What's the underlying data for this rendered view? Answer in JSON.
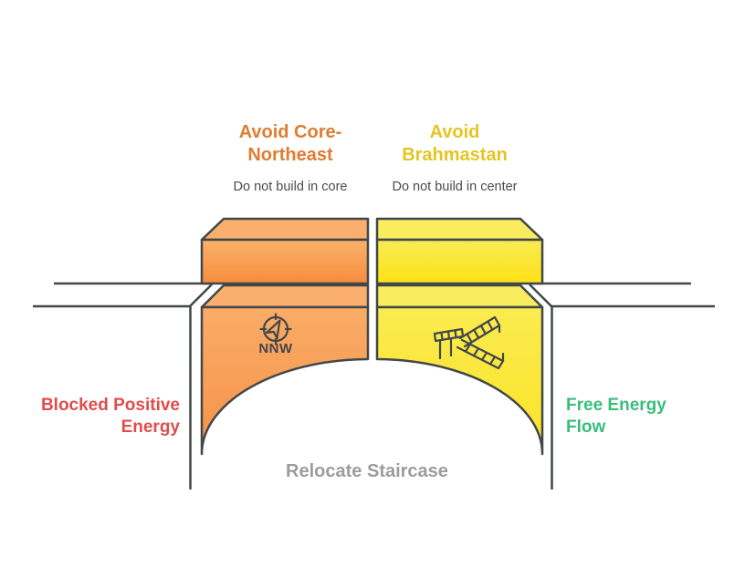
{
  "page": {
    "background": "#FFFFFF",
    "description_names": [
      "staircase-vastu-diagram"
    ]
  },
  "headers": {
    "left": {
      "title": "Avoid Core-\nNortheast",
      "subtitle": "Do not build in core",
      "color": "#DF7C2F"
    },
    "right": {
      "title": "Avoid\nBrahmastan",
      "subtitle": "Do not build in center",
      "color": "#E4C522"
    }
  },
  "labels": {
    "blocked": {
      "text": "Blocked Positive\nEnergy",
      "color": "#E04C4C"
    },
    "flow": {
      "text": "Free Energy\nFlow",
      "color": "#3ABD7B"
    },
    "relocate": {
      "text": "Relocate Staircase",
      "color": "#9C9C9C"
    }
  },
  "icons": {
    "compass": {
      "name": "compass-icon",
      "label": "NNW"
    },
    "staircase": {
      "name": "staircase-icon"
    }
  },
  "colors": {
    "outline": "#42474A",
    "orange_face_light": "#FBB26B",
    "orange_face_dark": "#F68D3E",
    "orange_top": "#FAAF6E",
    "yellow_face_light": "#FAEB55",
    "yellow_face_dark": "#FCE215",
    "yellow_top": "#FAEC5F"
  }
}
